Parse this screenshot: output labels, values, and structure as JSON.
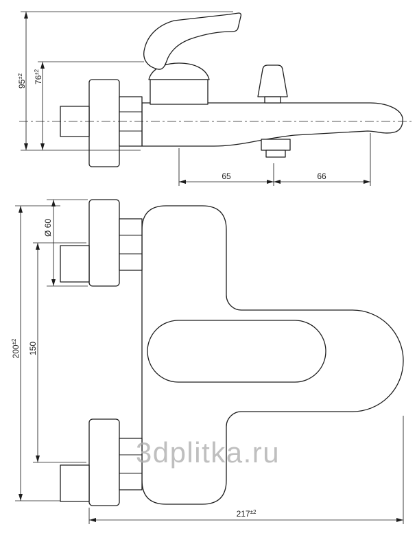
{
  "watermark": {
    "text": "3dplitka.ru",
    "color": "#b0b0b0"
  },
  "drawing": {
    "stroke_color": "#1c1c1c",
    "background": "#ffffff"
  },
  "dims": {
    "h_total": {
      "value": "95",
      "tol": "±2"
    },
    "h_cartridge": {
      "value": "76",
      "tol": "±2"
    },
    "axis_to_diverter": {
      "value": "65",
      "tol": ""
    },
    "diverter_to_tip": {
      "value": "66",
      "tol": ""
    },
    "flange_dia": {
      "value": "Ø 60",
      "tol": ""
    },
    "inlet_spacing": {
      "value": "150",
      "tol": ""
    },
    "h_overall": {
      "value": "200",
      "tol": "±2"
    },
    "l_overall": {
      "value": "217",
      "tol": "±2"
    }
  }
}
